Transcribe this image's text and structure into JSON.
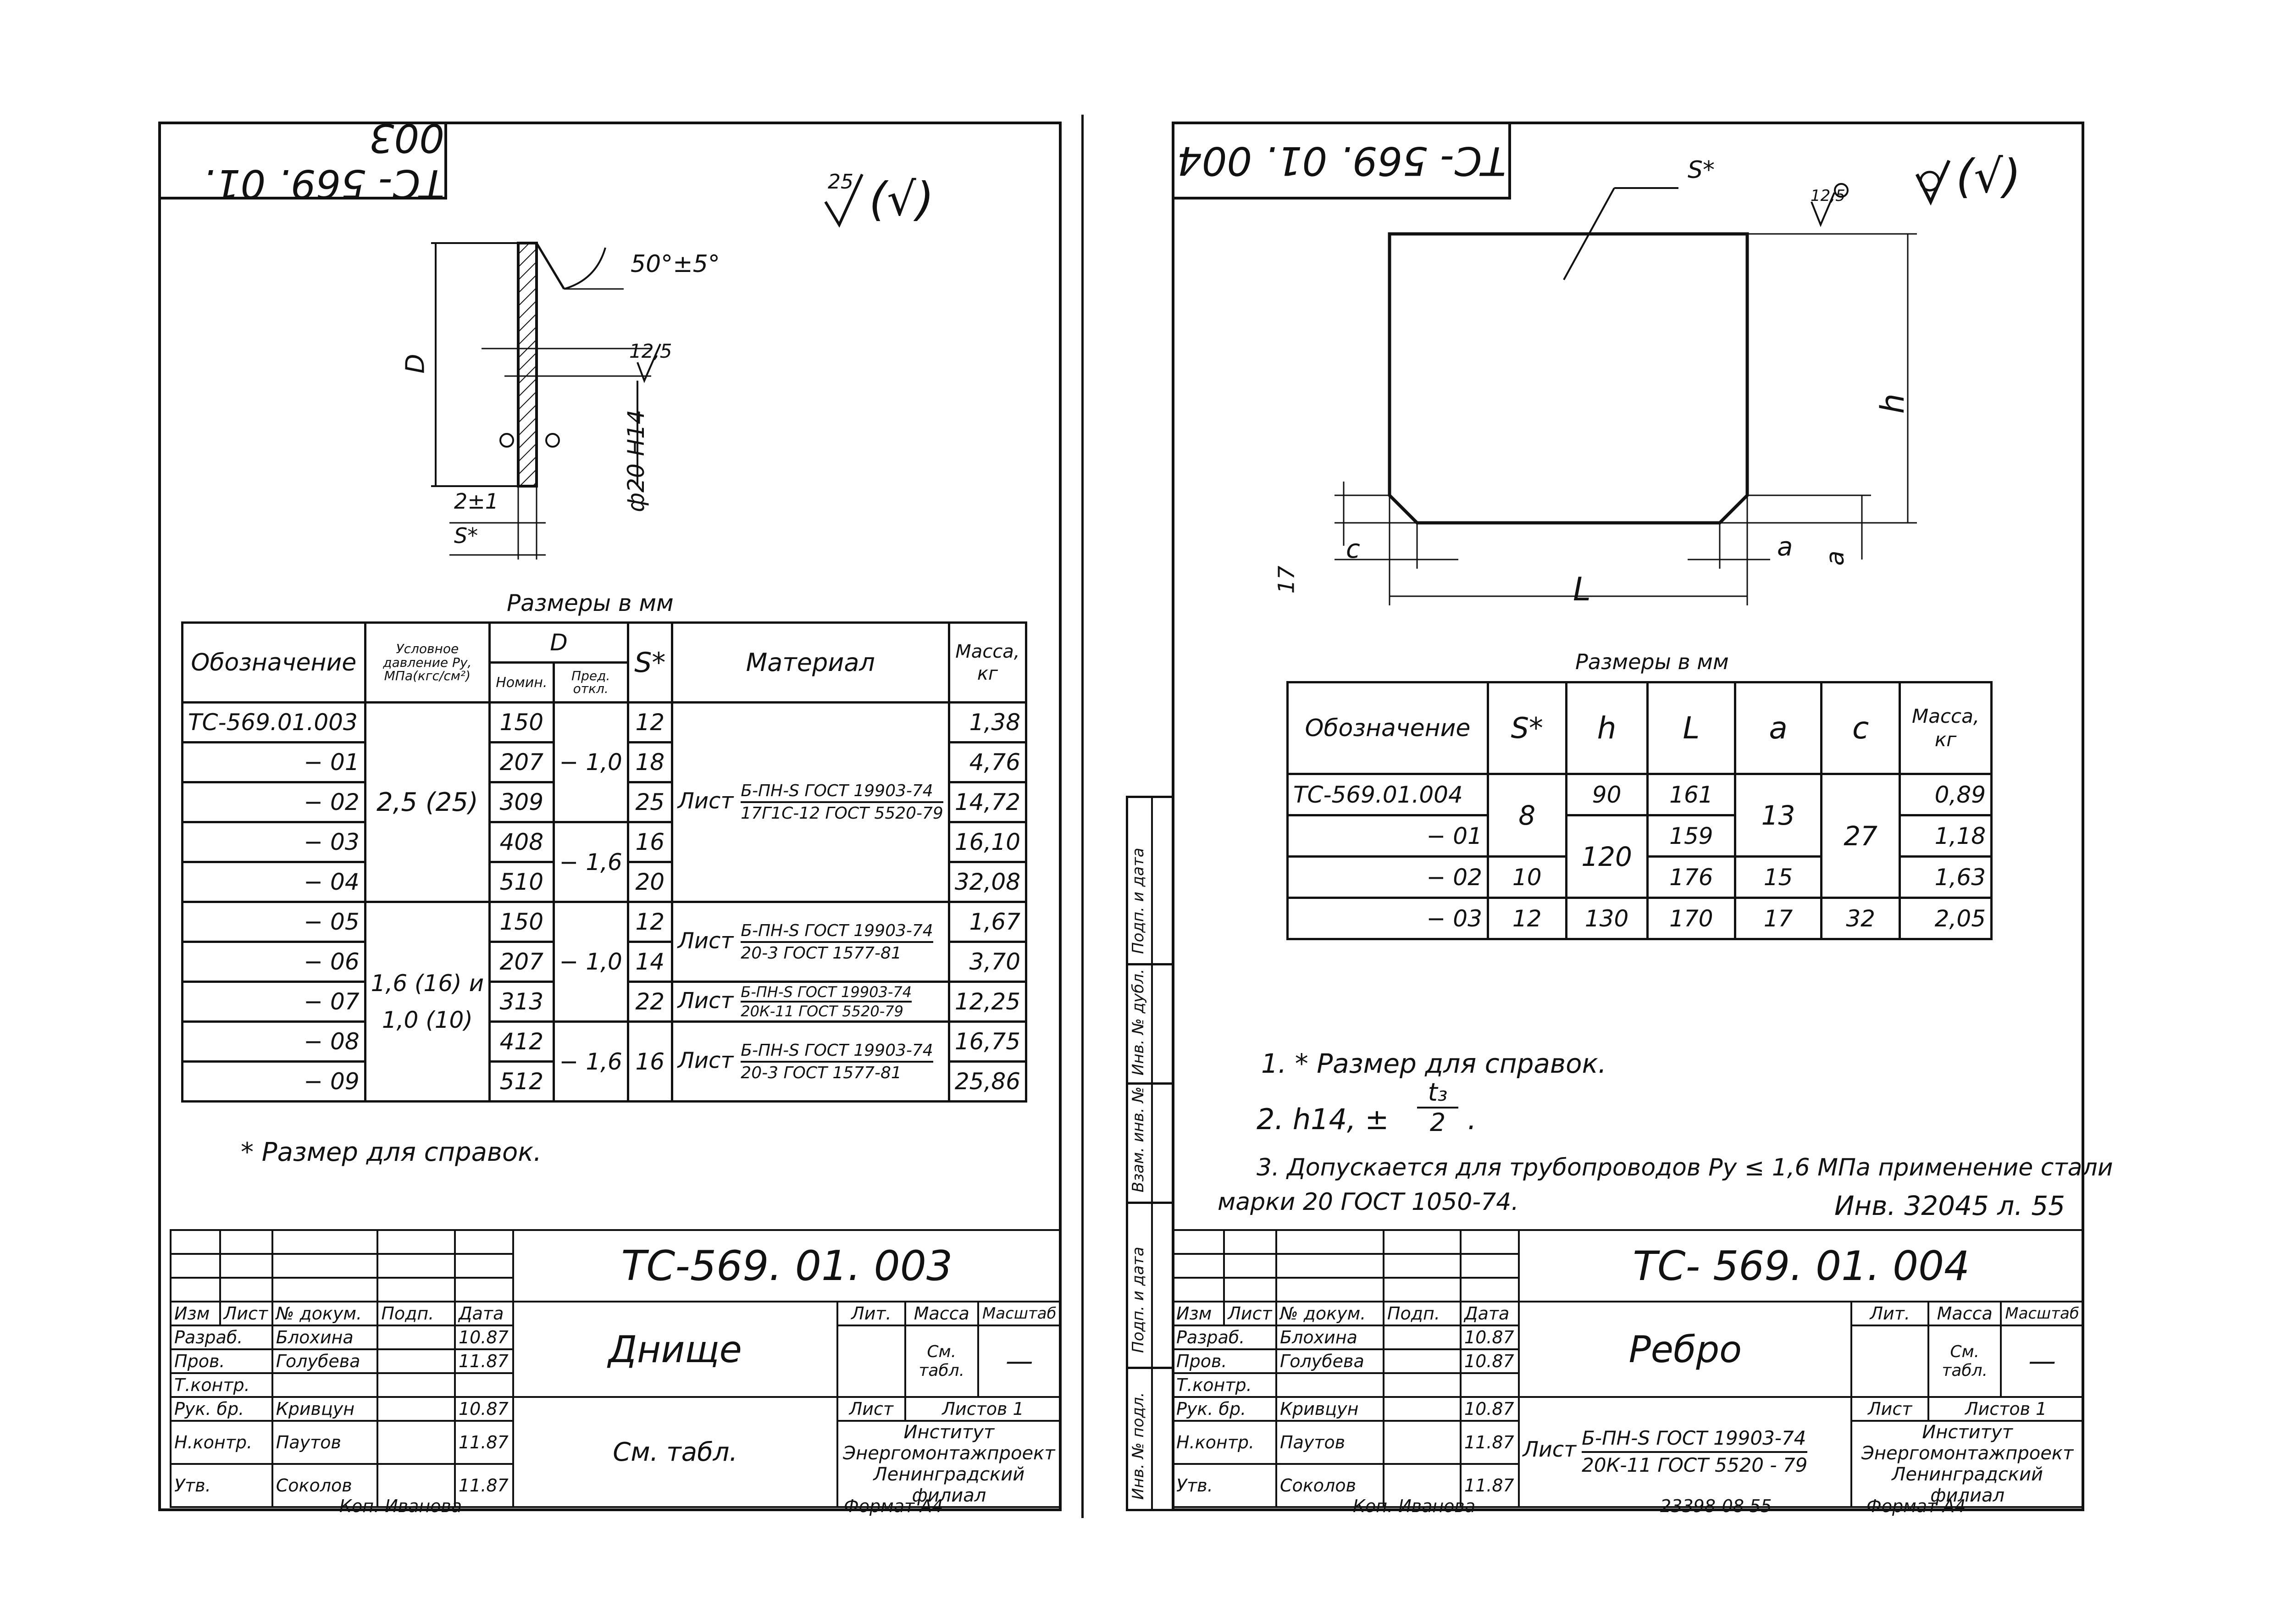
{
  "left": {
    "stamp_code": "ТС- 569. 01. 003",
    "roughness": "25",
    "roughness_extra": "(√)",
    "angle_label": "50°±5°",
    "dim_D": "D",
    "dim_roughness_hole": "12,5",
    "dim_hole": "ф20 Н14",
    "dim_gap": "2±1",
    "dim_s": "S*",
    "sizes_caption": "Размеры в мм",
    "table": {
      "headers": {
        "designation": "Обозначение",
        "pressure": "Условное давление Ру, МПа(кгс/см²)",
        "D": "D",
        "nominal": "Номин.",
        "deviation": "Пред. откл.",
        "s": "S*",
        "material": "Материал",
        "mass": "Масса, кг"
      },
      "rows": [
        {
          "designation": "ТС-569.01.003",
          "D": "150",
          "s": "12",
          "mass": "1,38"
        },
        {
          "designation": "− 01",
          "D": "207",
          "s": "18",
          "mass": "4,76"
        },
        {
          "designation": "− 02",
          "D": "309",
          "s": "25",
          "mass": "14,72"
        },
        {
          "designation": "− 03",
          "D": "408",
          "s": "16",
          "mass": "16,10"
        },
        {
          "designation": "− 04",
          "D": "510",
          "s": "20",
          "mass": "32,08"
        },
        {
          "designation": "− 05",
          "D": "150",
          "s": "12",
          "mass": "1,67"
        },
        {
          "designation": "− 06",
          "D": "207",
          "s": "14",
          "mass": "3,70"
        },
        {
          "designation": "− 07",
          "D": "313",
          "s": "22",
          "mass": "12,25"
        },
        {
          "designation": "− 08",
          "D": "412",
          "s": "16",
          "mass": "16,75"
        },
        {
          "designation": "− 09",
          "D": "512",
          "s": "",
          "mass": "25,86"
        }
      ],
      "pressure_a": "2,5 (25)",
      "pressure_b1": "1,6 (16) и",
      "pressure_b2": "1,0 (10)",
      "dev_1": "− 1,0",
      "dev_2": "− 1,6",
      "dev_3": "− 1,0",
      "dev_4": "− 1,6",
      "s_merged": "16",
      "mat_word": "Лист",
      "mat_1_top": "Б-ПН-S ГОСТ 19903-74",
      "mat_1_bot": "17Г1С-12 ГОСТ 5520-79",
      "mat_2_top": "Б-ПН-S ГОСТ 19903-74",
      "mat_2_bot": "20-3 ГОСТ 1577-81",
      "mat_3_top": "Б-ПН-S ГОСТ 19903-74",
      "mat_3_bot": "20К-11 ГОСТ 5520-79",
      "mat_4_top": "Б-ПН-S ГОСТ 19903-74",
      "mat_4_bot": "20-3 ГОСТ 1577-81"
    },
    "note": "* Размер для справок.",
    "title_block": {
      "doc_code": "ТС-569. 01. 003",
      "name": "Днище",
      "material": "См. табл.",
      "lit": "Лит.",
      "mass": "Масса",
      "scale": "Масштаб",
      "mass_value": "См. табл.",
      "scale_value": "—",
      "sheet": "Лист",
      "sheets": "Листов 1",
      "org1": "Институт",
      "org2": "Энергомонтажпроект",
      "org3": "Ленинградский филиал",
      "h_izm": "Изм",
      "h_list": "Лист",
      "h_doc": "№ докум.",
      "h_sign": "Подп.",
      "h_date": "Дата",
      "r1_role": "Разраб.",
      "r1_name": "Блохина",
      "r1_date": "10.87",
      "r2_role": "Пров.",
      "r2_name": "Голубева",
      "r2_date": "11.87",
      "r3_role": "Т.контр.",
      "r3_name": "",
      "r3_date": "",
      "r4_role": "Рук. бр.",
      "r4_name": "Кривцун",
      "r4_date": "10.87",
      "r5_role": "Н.контр.",
      "r5_name": "Паутов",
      "r5_date": "11.87",
      "r6_role": "Утв.",
      "r6_name": "Соколов",
      "r6_date": "11.87"
    },
    "copied_by": "Коп. Иванова",
    "format": "Формат А4"
  },
  "right": {
    "stamp_code": "ТС- 569. 01. 004",
    "roughness": "12,5",
    "roughness_extra": "(√)",
    "s_label": "S*",
    "dim_h": "h",
    "dim_L": "L",
    "dim_c": "c",
    "dim_a": "a",
    "dim_a2": "a",
    "dim_17": "17",
    "sizes_caption": "Размеры в мм",
    "table": {
      "headers": {
        "designation": "Обозначение",
        "s": "S*",
        "h": "h",
        "L": "L",
        "a": "a",
        "c": "c",
        "mass": "Масса, кг"
      },
      "rows": [
        {
          "designation": "ТС-569.01.004",
          "h": "90",
          "L": "161",
          "mass": "0,89"
        },
        {
          "designation": "− 01",
          "L": "159",
          "mass": "1,18"
        },
        {
          "designation": "− 02",
          "s": "10",
          "L": "176",
          "a": "15",
          "mass": "1,63"
        },
        {
          "designation": "− 03",
          "s": "12",
          "h": "130",
          "L": "170",
          "a": "17",
          "c": "32",
          "mass": "2,05"
        }
      ],
      "s_merged": "8",
      "h_merged": "120",
      "a_merged": "13",
      "c_merged": "27"
    },
    "notes": {
      "n1": "1. * Размер для справок.",
      "n2_a": "2.  h14,  ±",
      "n2_num": "t₃",
      "n2_den": "2",
      "n2_dot": ".",
      "n3_a": "3.  Допускается для трубопроводов Ру ≤ 1,6 МПа применение стали",
      "n3_b": "марки 20 ГОСТ 1050-74.",
      "archive": "Инв. 32045 л. 55"
    },
    "side_labels": {
      "s1": "Подп. и дата",
      "s2": "Инв. № дубл.",
      "s3": "Взам. инв. №",
      "s4": "Подп. и дата",
      "s5": "Инв. № подл."
    },
    "title_block": {
      "doc_code": "ТС- 569. 01. 004",
      "name": "Ребро",
      "mat_word": "Лист",
      "mat_top": "Б-ПН-S ГОСТ 19903-74",
      "mat_bot": "20К-11 ГОСТ 5520 - 79",
      "lit": "Лит.",
      "mass": "Масса",
      "scale": "Масштаб",
      "mass_value": "См. табл.",
      "scale_value": "—",
      "sheet": "Лист",
      "sheets": "Листов 1",
      "org1": "Институт",
      "org2": "Энергомонтажпроект",
      "org3": "Ленинградский филиал",
      "h_izm": "Изм",
      "h_list": "Лист",
      "h_doc": "№ докум.",
      "h_sign": "Подп.",
      "h_date": "Дата",
      "r1_role": "Разраб.",
      "r1_name": "Блохина",
      "r1_date": "10.87",
      "r2_role": "Пров.",
      "r2_name": "Голубева",
      "r2_date": "10.87",
      "r3_role": "Т.контр.",
      "r3_name": "",
      "r3_date": "",
      "r4_role": "Рук. бр.",
      "r4_name": "Кривцун",
      "r4_date": "10.87",
      "r5_role": "Н.контр.",
      "r5_name": "Паутов",
      "r5_date": "11.87",
      "r6_role": "Утв.",
      "r6_name": "Соколов",
      "r6_date": "11.87"
    },
    "copied_by": "Коп. Иванова",
    "order_no": "23398-08   55",
    "format": "Формат А4"
  }
}
